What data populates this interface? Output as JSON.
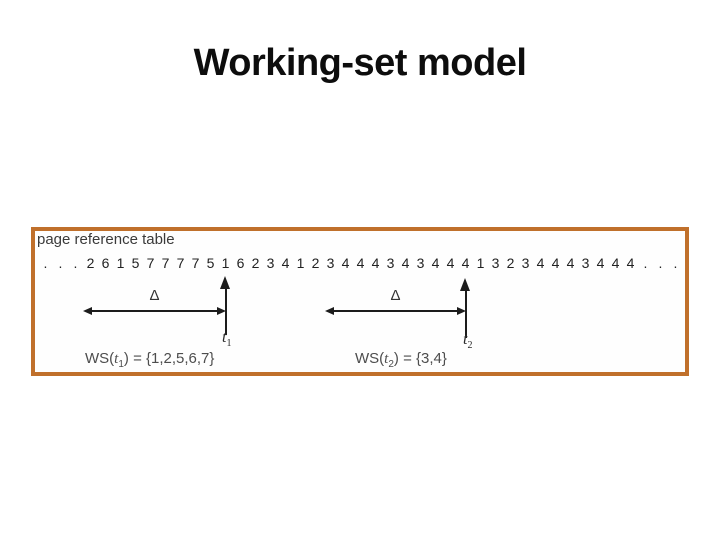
{
  "slide": {
    "title": "Working-set model"
  },
  "colors": {
    "box_border": "#c0702b",
    "ink": "#1c1c1c"
  },
  "diagram": {
    "table_label": "page reference table",
    "sequence": [
      ".",
      ".",
      ".",
      "2",
      "6",
      "1",
      "5",
      "7",
      "7",
      "7",
      "7",
      "5",
      "1",
      "6",
      "2",
      "3",
      "4",
      "1",
      "2",
      "3",
      "4",
      "4",
      "4",
      "3",
      "4",
      "3",
      "4",
      "4",
      "4",
      "1",
      "3",
      "2",
      "3",
      "4",
      "4",
      "4",
      "3",
      "4",
      "4",
      "4",
      ".",
      ".",
      "."
    ],
    "window1": {
      "delta": "Δ",
      "time": {
        "t": "t",
        "sub": "1"
      },
      "ws": {
        "pre": "WS(",
        "t": "t",
        "sub": "1",
        "post": ") = {1,2,5,6,7}"
      }
    },
    "window2": {
      "delta": "Δ",
      "time": {
        "t": "t",
        "sub": "2"
      },
      "ws": {
        "pre": "WS(",
        "t": "t",
        "sub": "2",
        "post": ") = {3,4}"
      }
    }
  }
}
